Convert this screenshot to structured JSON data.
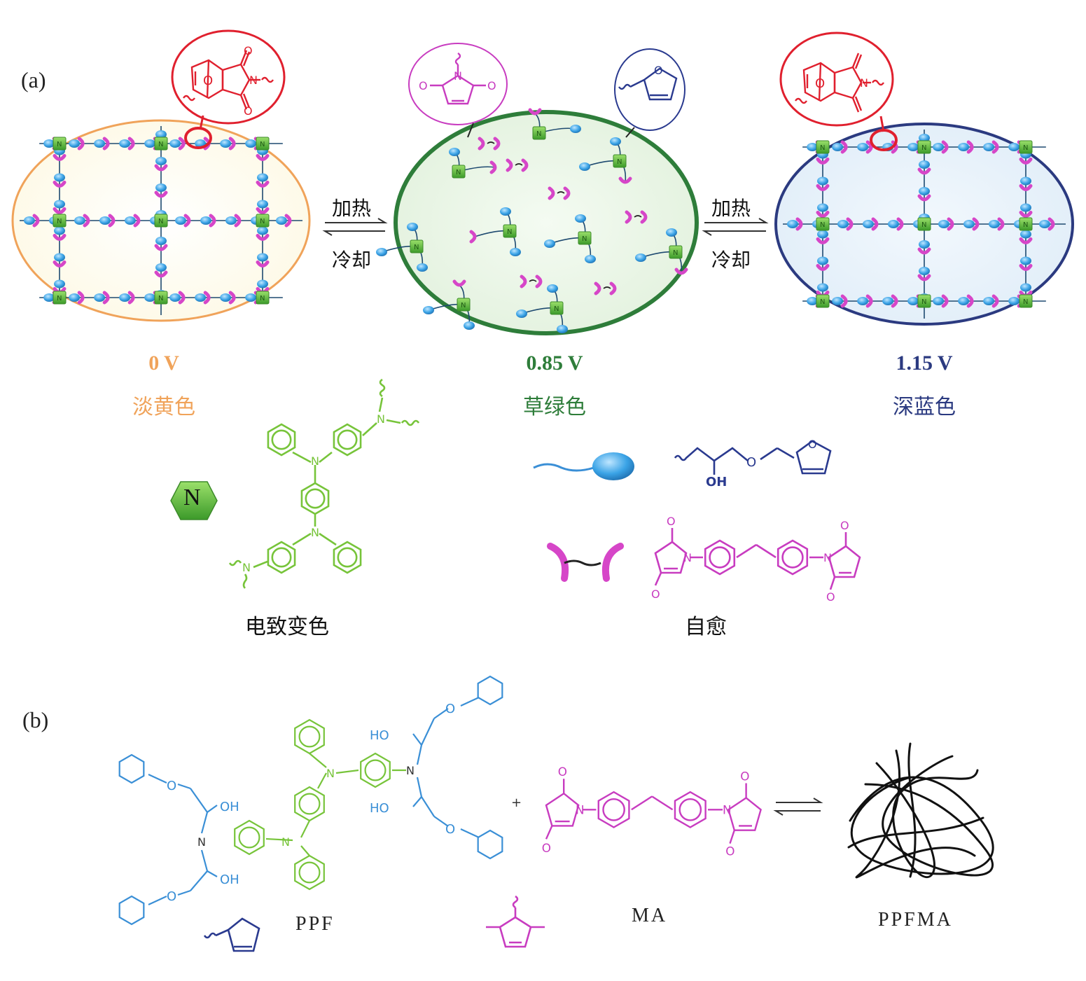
{
  "panel_a": {
    "label": "(a)",
    "arrows": [
      {
        "heat": "加热",
        "cool": "冷却"
      },
      {
        "heat": "加热",
        "cool": "冷却"
      }
    ],
    "states": [
      {
        "voltage": "0 V",
        "color_name": "淡黄色",
        "color": "#f0a35a"
      },
      {
        "voltage": "0.85 V",
        "color_name": "草绿色",
        "color": "#2e7d3a"
      },
      {
        "voltage": "1.15 V",
        "color_name": "深蓝色",
        "color": "#2b3a80"
      }
    ],
    "node_letter": "N",
    "legend": {
      "electrochromic": "电致变色",
      "self_healing": "自愈",
      "furan_oh": "OH",
      "furan_o": "O"
    }
  },
  "panel_b": {
    "label": "(b)",
    "plus": "+",
    "names": {
      "ppf": "PPF",
      "ma": "MA",
      "ppfma": "PPFMA"
    },
    "oh": "OH",
    "ho": "HO"
  },
  "colors": {
    "green": "#77c43a",
    "blue": "#3a8fd6",
    "darkblue": "#2a3a8f",
    "magenta": "#c83cc0",
    "red": "#e0202e"
  }
}
